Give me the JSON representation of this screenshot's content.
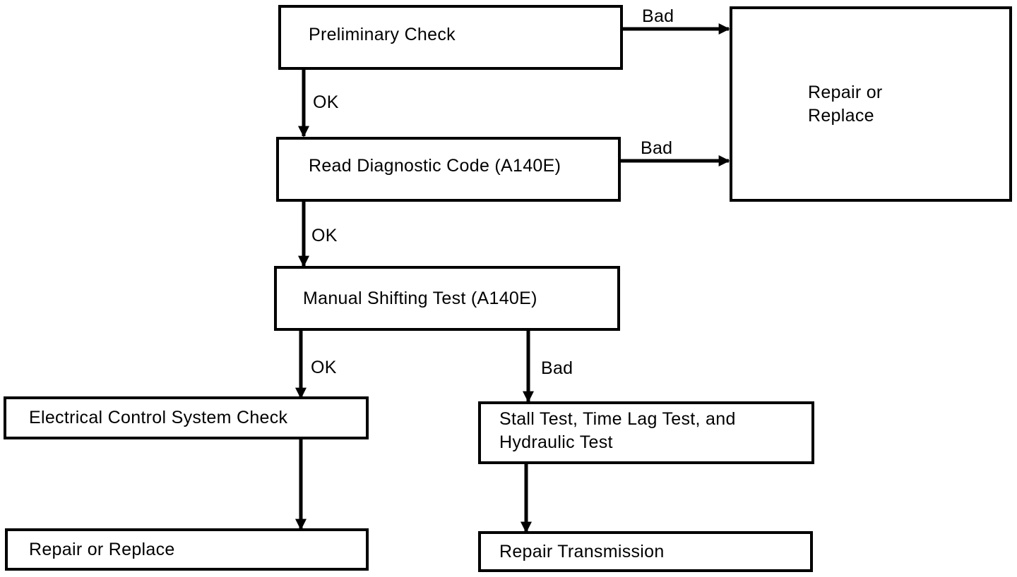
{
  "nodes": {
    "preliminary_check": "Preliminary Check",
    "repair_or_replace_top": [
      "Repair or",
      "Replace"
    ],
    "read_diagnostic_code": "Read Diagnostic Code (A140E)",
    "manual_shifting_test": "Manual Shifting Test (A140E)",
    "electrical_control_system_check": "Electrical Control System Check",
    "stall_test": [
      "Stall Test, Time Lag Test, and",
      "Hydraulic Test"
    ],
    "repair_or_replace_bottom": "Repair or Replace",
    "repair_transmission": "Repair Transmission"
  },
  "edges": {
    "preliminary_to_repair": "Bad",
    "preliminary_to_diagnostic": "OK",
    "diagnostic_to_repair": "Bad",
    "diagnostic_to_manual": "OK",
    "manual_to_electrical": "OK",
    "manual_to_stall": "Bad"
  },
  "colors": {
    "line": "#000000",
    "background": "#ffffff"
  }
}
